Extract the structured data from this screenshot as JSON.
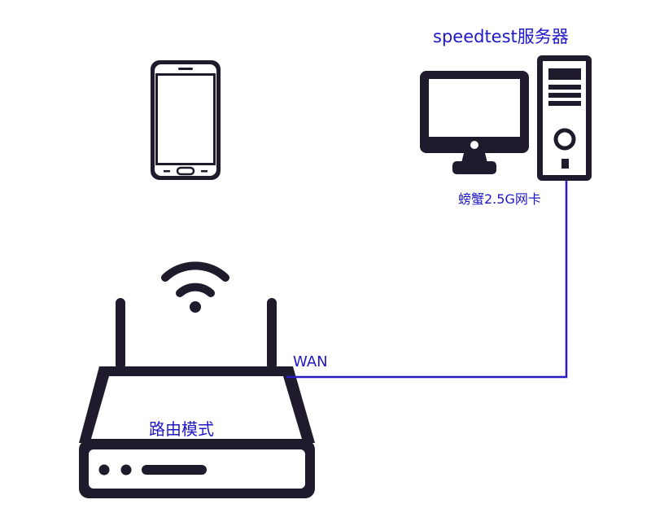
{
  "labels": {
    "server_label": "speedtest服务器",
    "nic_label": "螃蟹2.5G网卡",
    "wan_label": "WAN",
    "router_label": "路由模式"
  },
  "colors": {
    "icon": "#1f1b2d",
    "label": "#1f18c8",
    "connection_line": "#2a1bc6",
    "background": "#ffffff"
  },
  "icons": [
    "smartphone-icon",
    "monitor-icon",
    "pc-tower-icon",
    "wifi-icon",
    "router-icon"
  ]
}
